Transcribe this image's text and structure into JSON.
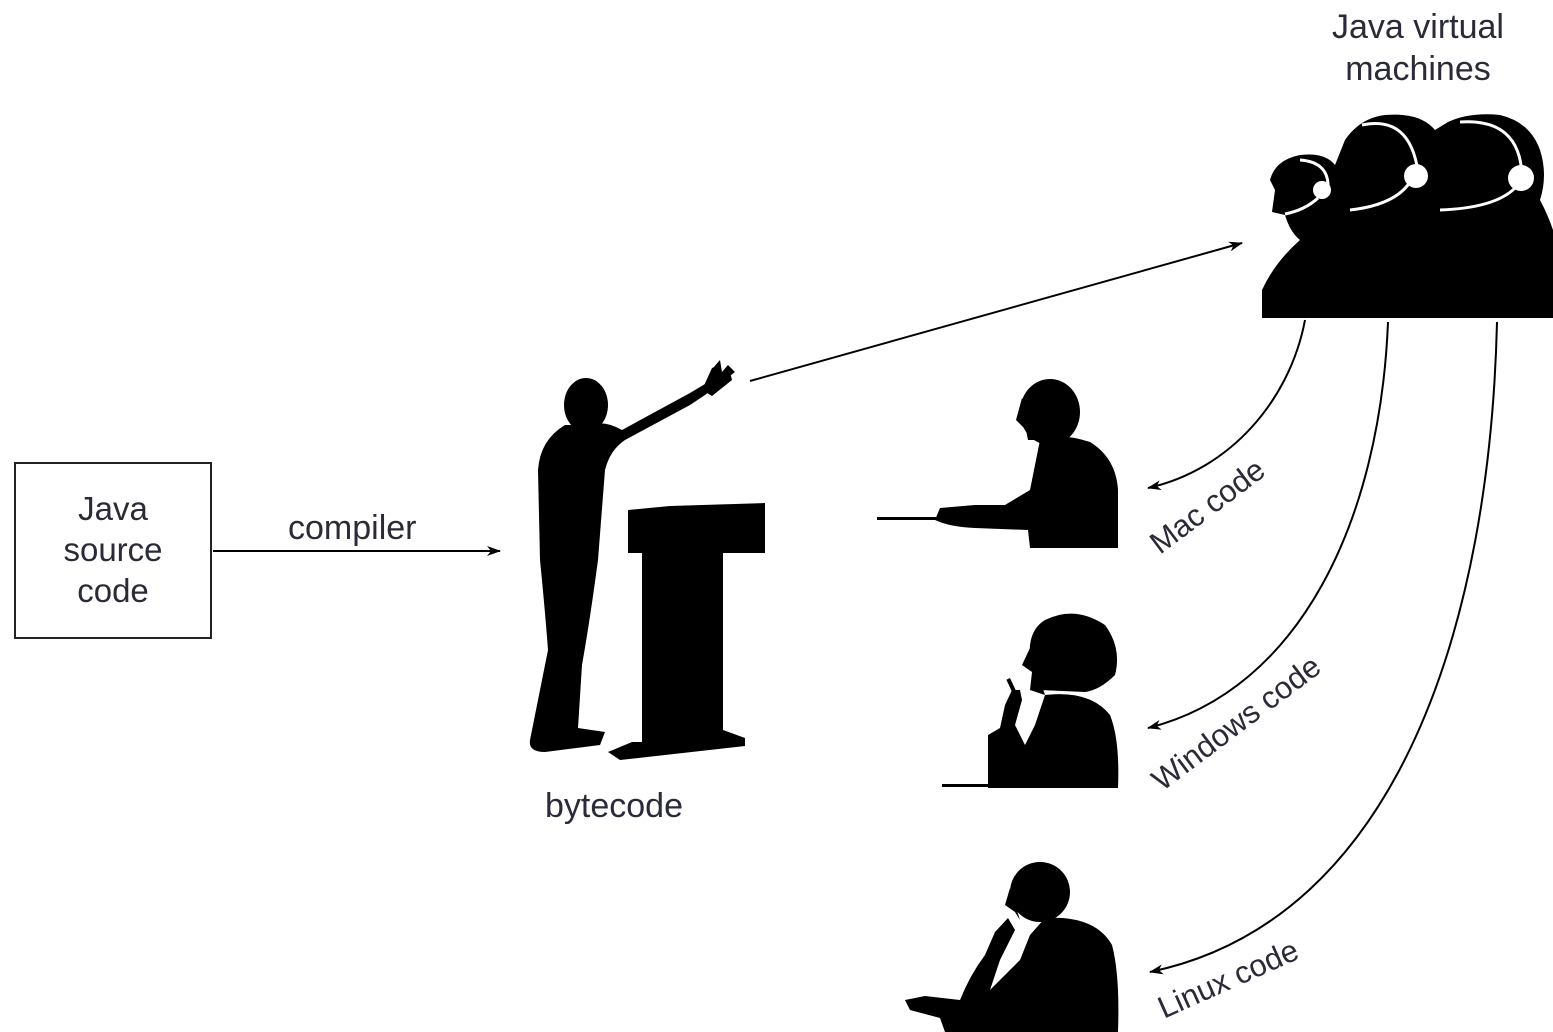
{
  "nodes": {
    "source": {
      "lines": [
        "Java",
        "source",
        "code"
      ]
    },
    "compiler": "compiler",
    "bytecode": "bytecode",
    "jvm": {
      "lines": [
        "Java virtual",
        "machines"
      ]
    }
  },
  "outputs": {
    "mac": "Mac code",
    "windows": "Windows code",
    "linux": "Linux code"
  },
  "colors": {
    "ink": "#000000",
    "text": "#2a2a38"
  }
}
